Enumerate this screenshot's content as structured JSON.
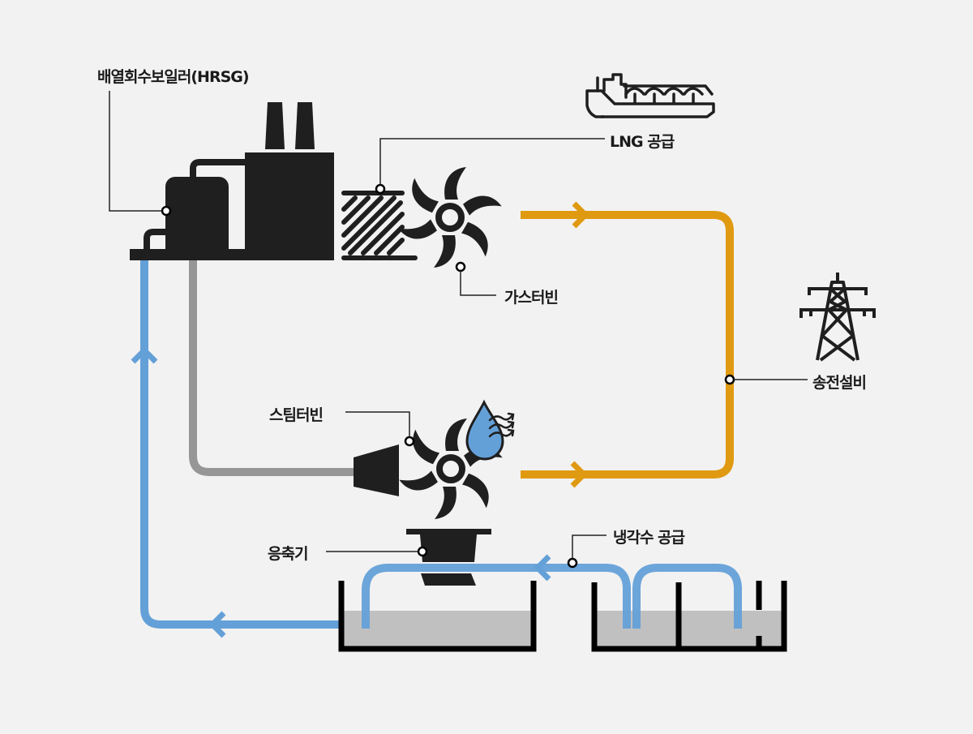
{
  "diagram": {
    "title": "Combined cycle power plant process",
    "colors": {
      "background": "#f2f2f2",
      "machine": "#1f1f1f",
      "power_line": "#e09a12",
      "steam_line": "#969696",
      "water_line": "#64a0d8",
      "water_fill": "#c0c0c0",
      "leader": "#222222"
    },
    "labels": {
      "hrsg": "배열회수보일러(HRSG)",
      "lng_supply": "LNG 공급",
      "gas_turbine": "가스터빈",
      "transmission": "송전설비",
      "steam_turbine": "스팀터빈",
      "condenser": "응축기",
      "cooling_water": "냉각수 공급"
    },
    "icons": {
      "lng_ship": "lng-carrier-ship-icon",
      "pylon": "transmission-tower-icon",
      "steam_drop": "water-drop-steam-icon"
    },
    "flows": [
      {
        "from": "gas_turbine",
        "to": "transmission",
        "type": "power"
      },
      {
        "from": "steam_turbine",
        "to": "transmission",
        "type": "power"
      },
      {
        "from": "hrsg",
        "to": "steam_turbine",
        "type": "steam"
      },
      {
        "from": "condenser",
        "to": "hrsg",
        "type": "water"
      },
      {
        "from": "cooling_tank",
        "to": "condenser",
        "type": "cooling_water"
      }
    ]
  }
}
